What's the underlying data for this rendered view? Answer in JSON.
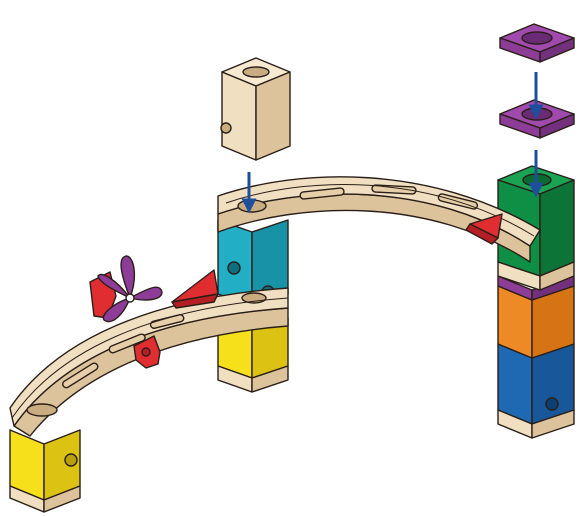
{
  "diagram": {
    "type": "assembly-instruction",
    "parts": [
      "plain-wood-cube",
      "purple-cap-tile-top",
      "purple-cap-tile-lower",
      "green-cube",
      "purple-spacer",
      "orange-cube",
      "blue-cube",
      "cyan-cube",
      "yellow-cube-center",
      "yellow-cube-left",
      "long-curved-rail",
      "short-curved-rail",
      "red-flipper-front",
      "red-flipper-back",
      "red-flipper-right",
      "purple-propeller",
      "red-clip"
    ],
    "arrows": [
      "arrow-wood-cube-to-cyan-cube",
      "arrow-top-cap-to-lower-cap",
      "arrow-lower-cap-to-green-cube"
    ],
    "colors": {
      "wood": "#f1dfc1",
      "wood_shadow": "#dcc39b",
      "outline": "#2a1f18",
      "arrow": "#1e4f9d",
      "yellow": "#f6df1b",
      "cyan": "#22aec4",
      "green": "#0f8f45",
      "orange": "#ee8a25",
      "blue": "#1f69b3",
      "purple": "#8d3c97",
      "red": "#e02d31"
    }
  }
}
